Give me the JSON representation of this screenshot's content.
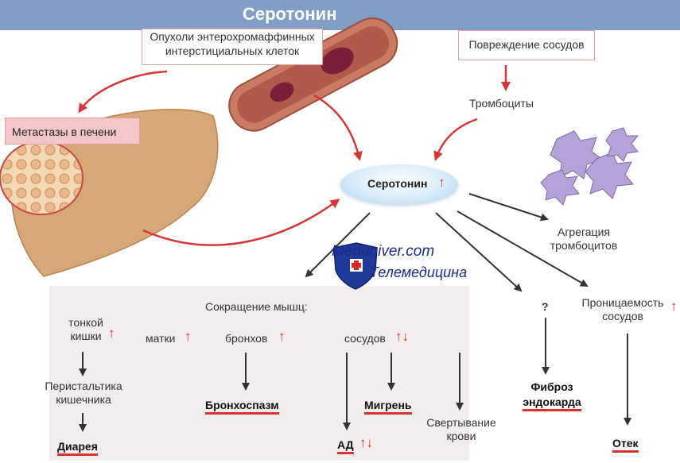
{
  "title": "Серотонин",
  "tumor_box": {
    "line1": "Опухоли энтерохромаффинных",
    "line2": "интерстициальных клеток"
  },
  "vessel_damage": "Повреждение сосудов",
  "platelets": "Тромбоциты",
  "liver_metastases": "Метастазы в печени",
  "center": {
    "label": "Серотонин",
    "arrow": "↑"
  },
  "aggregation": {
    "line1": "Агрегация",
    "line2": "тромбоцитов"
  },
  "watermark": {
    "line1": "Meduniver.com",
    "line2": "Телемедицина"
  },
  "muscle": {
    "heading": "Сокращение мышц:",
    "intestine": {
      "line1": "тонкой",
      "line2": "кишки"
    },
    "uterus": "матки",
    "bronchi": "бронхов",
    "vessels": "сосудов"
  },
  "peristalsis": {
    "line1": "Перистальтика",
    "line2": "кишечника"
  },
  "outcomes": {
    "diarrhea": "Диарея",
    "bronchospasm": "Бронхоспазм",
    "bp": "АД",
    "migraine": "Мигрень",
    "fibrosis": {
      "line1": "Фиброз",
      "line2": "эндокарда"
    },
    "edema": "Отек"
  },
  "coagulation": {
    "line1": "Свертывание",
    "line2": "крови"
  },
  "unknown_mark": "?",
  "permeability": {
    "line1": "Проницаемость",
    "line2": "сосудов"
  },
  "arrows": {
    "up": "↑",
    "updown": "↑↓"
  },
  "colors": {
    "title_bar": "#7f9fc6",
    "accent_red": "#d72828",
    "panel": "#f3eeee",
    "center_blue": "#a9d2f2"
  }
}
